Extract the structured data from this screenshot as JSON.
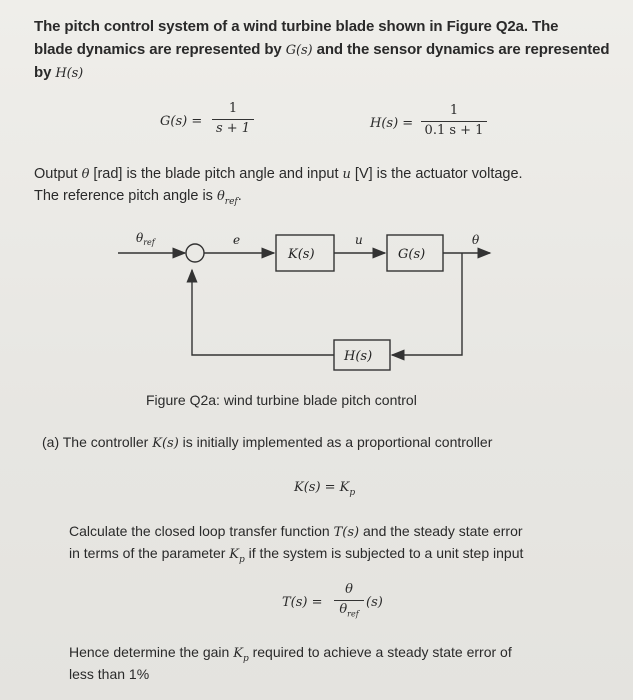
{
  "intro": {
    "line1": "The pitch control system of a wind turbine blade shown in Figure Q2a. The",
    "line2_a": "blade dynamics are represented by ",
    "line2_sym": "G(s)",
    "line2_b": " and the sensor dynamics are represented",
    "line3_a": "by ",
    "line3_sym": "H(s)"
  },
  "tf": {
    "g_lhs": "G(s) =",
    "g_num": "1",
    "g_den": "s + 1",
    "h_lhs": "H(s) =",
    "h_num": "1",
    "h_den": "0.1 s + 1"
  },
  "io": {
    "l1_a": "Output ",
    "l1_theta": "θ",
    "l1_b": " [rad] is the blade pitch angle and input ",
    "l1_u": "u",
    "l1_c": " [V] is the actuator voltage.",
    "l2_a": "The reference pitch angle is ",
    "l2_sym": "θ",
    "l2_sub": "ref",
    "l2_end": "."
  },
  "diagram": {
    "ref_label": "θ",
    "ref_sub": "ref",
    "e_label": "e",
    "k_block": "K(s)",
    "u_label": "u",
    "g_block": "G(s)",
    "out_label": "θ",
    "h_block": "H(s)"
  },
  "caption": "Figure Q2a: wind turbine blade pitch control",
  "part_a": {
    "line_a": "(a) The controller ",
    "sym": "K(s)",
    "line_b": " is initially implemented as a proportional controller",
    "eq": "K(s) = K",
    "eq_sub": "p"
  },
  "calc": {
    "l1_a": "Calculate the closed loop transfer function ",
    "l1_sym": "T(s)",
    "l1_b": " and the steady state error",
    "l2_a": "in terms of the parameter ",
    "l2_sym": "K",
    "l2_sub": "p",
    "l2_b": " if the system is subjected to a unit step input"
  },
  "t_eq": {
    "lhs": "T(s) =",
    "num": "θ",
    "den": "θ",
    "den_sub": "ref",
    "rhs": "(s)"
  },
  "hence": {
    "l1_a": "Hence determine the gain ",
    "l1_sym": "K",
    "l1_sub": "p",
    "l1_b": " required to achieve a steady state error of",
    "l2": "less than 1%"
  }
}
